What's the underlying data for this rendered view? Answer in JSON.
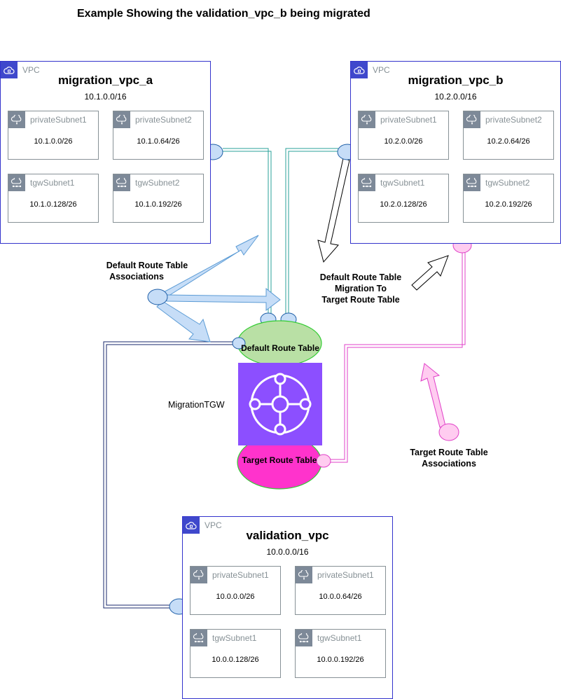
{
  "title": "Example Showing the validation_vpc_b being migrated",
  "vpcs": {
    "a": {
      "tag": "VPC",
      "name": "migration_vpc_a",
      "cidr": "10.1.0.0/16",
      "subnets": [
        {
          "name": "privateSubnet1",
          "cidr": "10.1.0.0/26",
          "icon": "private-subnet-icon"
        },
        {
          "name": "privateSubnet2",
          "cidr": "10.1.0.64/26",
          "icon": "private-subnet-icon"
        },
        {
          "name": "tgwSubnet1",
          "cidr": "10.1.0.128/26",
          "icon": "tgw-subnet-icon"
        },
        {
          "name": "tgwSubnet2",
          "cidr": "10.1.0.192/26",
          "icon": "tgw-subnet-icon"
        }
      ]
    },
    "b": {
      "tag": "VPC",
      "name": "migration_vpc_b",
      "cidr": "10.2.0.0/16",
      "subnets": [
        {
          "name": "privateSubnet1",
          "cidr": "10.2.0.0/26",
          "icon": "private-subnet-icon"
        },
        {
          "name": "privateSubnet2",
          "cidr": "10.2.0.64/26",
          "icon": "private-subnet-icon"
        },
        {
          "name": "tgwSubnet1",
          "cidr": "10.2.0.128/26",
          "icon": "tgw-subnet-icon"
        },
        {
          "name": "tgwSubnet2",
          "cidr": "10.2.0.192/26",
          "icon": "tgw-subnet-icon"
        }
      ]
    },
    "v": {
      "tag": "VPC",
      "name": "validation_vpc",
      "cidr": "10.0.0.0/16",
      "subnets": [
        {
          "name": "privateSubnet1",
          "cidr": "10.0.0.0/26",
          "icon": "private-subnet-icon"
        },
        {
          "name": "privateSubnet1",
          "cidr": "10.0.0.64/26",
          "icon": "private-subnet-icon"
        },
        {
          "name": "tgwSubnet1",
          "cidr": "10.0.0.128/26",
          "icon": "tgw-subnet-icon"
        },
        {
          "name": "tgwSubnet1",
          "cidr": "10.0.0.192/26",
          "icon": "tgw-subnet-icon"
        }
      ]
    }
  },
  "labels": {
    "default_assoc_line1": "Default Route Table",
    "default_assoc_line2": "Associations",
    "migration_line1": "Default Route Table",
    "migration_line2": "Migration To",
    "migration_line3": "Target Route Table",
    "target_assoc_line1": "Target Route Table",
    "target_assoc_line2": "Associations"
  },
  "tgw": {
    "name": "MigrationTGW",
    "default_rt": "Default Route Table",
    "target_rt": "Target Route Table",
    "icon": "transit-gateway-icon"
  },
  "colors": {
    "vpc_border": "#3333cc",
    "vpc_icon": "#3f48cc",
    "subnet_icon": "#7d8998",
    "tgw": "#8c4fff",
    "default_rt_fill": "#b9e0a5",
    "default_rt_stroke": "#33cc33",
    "target_rt_fill": "#ff33cc",
    "attachment_blue": "#c6ddf7",
    "attachment_pink": "#ffccf0",
    "line_teal": "#2aa198",
    "line_navy": "#1a2a6c",
    "line_magenta": "#e040c8"
  }
}
